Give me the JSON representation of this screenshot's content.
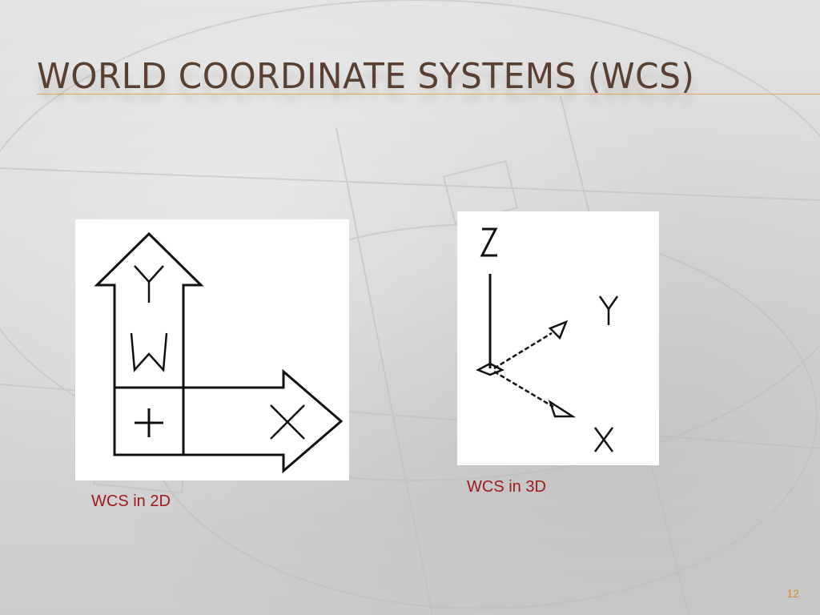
{
  "slide": {
    "title": "WORLD COORDINATE SYSTEMS (WCS)",
    "page_number": "12"
  },
  "figures": {
    "wcs_2d": {
      "caption": "WCS in 2D",
      "axis_labels": [
        "Y",
        "W",
        "X"
      ]
    },
    "wcs_3d": {
      "caption": "WCS in 3D",
      "axis_labels": [
        "Z",
        "Y",
        "X"
      ]
    }
  },
  "colors": {
    "title": "#5a4030",
    "rule": "#e4a35a",
    "caption": "#a11a1a",
    "page_number": "#d98a2a"
  }
}
